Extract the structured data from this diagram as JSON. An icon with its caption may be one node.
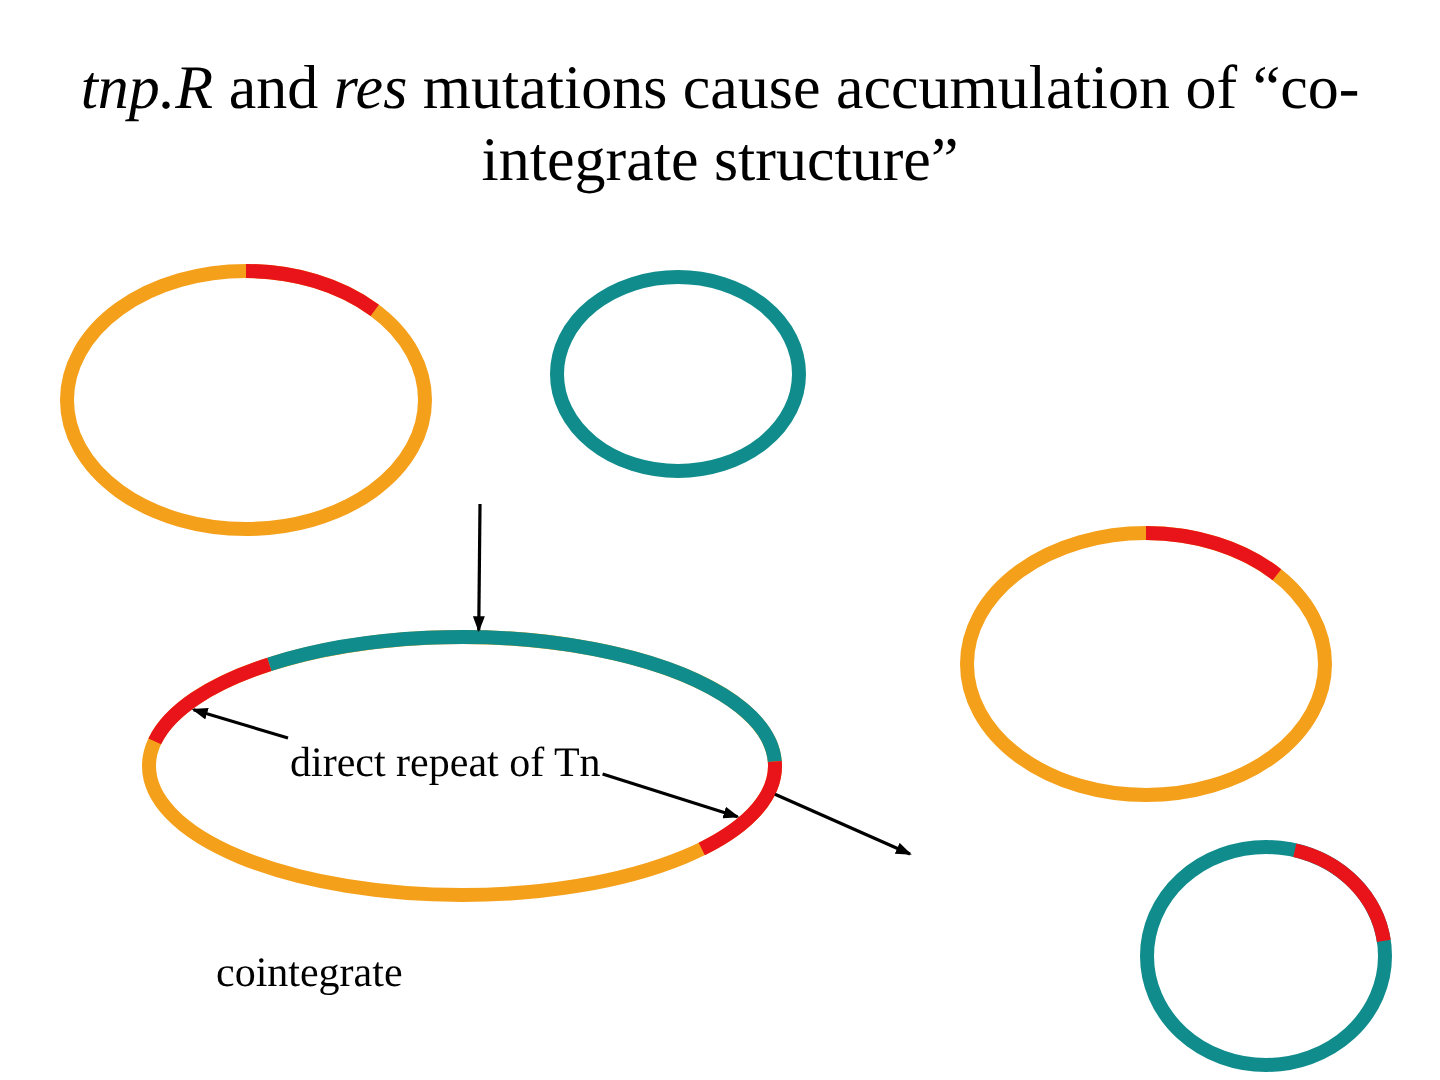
{
  "diagram": {
    "title": "*tnp.R* and *res* mutations cause accumulation of “co-integrate structure”",
    "nodes": [
      {
        "text": [],
        "shape": "circle"
      },
      {
        "text": [],
        "shape": "circle"
      },
      {
        "text": [],
        "shape": "circle",
        "beside": [
          "cointegrate"
        ]
      },
      {
        "text": [
          "direct repeat of Tn"
        ],
        "in": 2
      },
      {
        "text": [],
        "shape": "circle"
      },
      {
        "text": [],
        "shape": "circle"
      }
    ],
    "edges": [
      {
        "from": null,
        "to": 2,
        "arrow": "to"
      },
      {
        "from": 2,
        "to": null,
        "arrow": "to"
      },
      {
        "from": 3,
        "to": 2,
        "arrow": "to"
      },
      {
        "from": 3,
        "to": 2,
        "arrow": "to"
      }
    ]
  }
}
